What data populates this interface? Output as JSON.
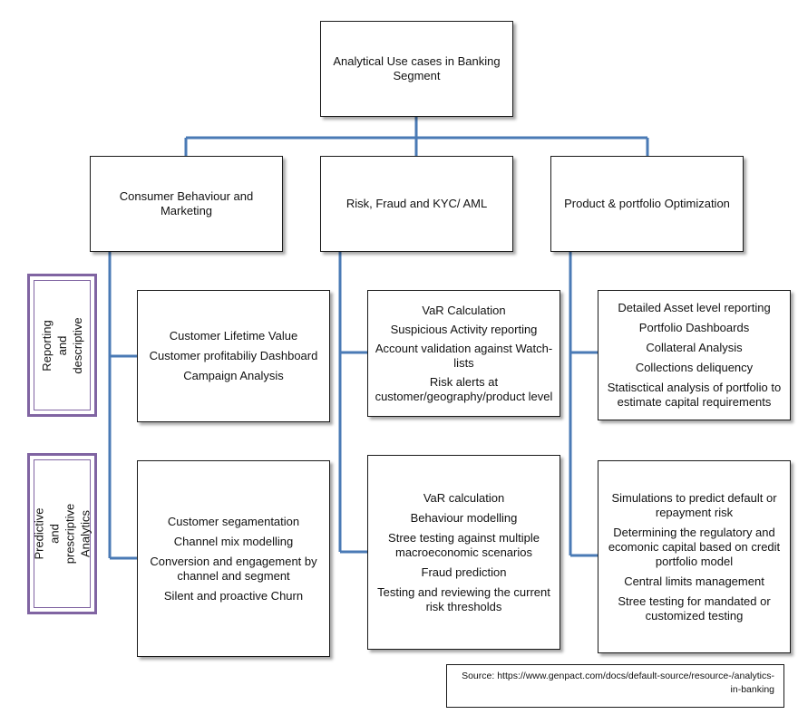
{
  "root": {
    "title": "Analytical Use cases in Banking Segment"
  },
  "categories": [
    {
      "title": "Consumer Behaviour and Marketing"
    },
    {
      "title": "Risk, Fraud and KYC/ AML"
    },
    {
      "title": "Product & portfolio Optimization"
    }
  ],
  "side_labels": {
    "reporting": "Reporting and descriptive",
    "predictive": "Predictive and prescriptive Analytics"
  },
  "reporting_items": [
    [
      "Customer Lifetime Value",
      "Customer profitabiliy Dashboard",
      "Campaign Analysis"
    ],
    [
      "VaR Calculation",
      "Suspicious Activity reporting",
      "Account validation  against Watch-lists",
      "Risk alerts at customer/geography/product level"
    ],
    [
      "Detailed Asset level reporting",
      "Portfolio Dashboards",
      "Collateral Analysis",
      "Collections deliquency",
      "Statisctical analysis of portfolio to estimate capital requirements"
    ]
  ],
  "predictive_items": [
    [
      "Customer segamentation",
      "Channel mix modelling",
      "Conversion and engagement by channel and segment",
      "Silent and proactive Churn"
    ],
    [
      "VaR calculation",
      "Behaviour modelling",
      "Stree testing against multiple macroeconomic scenarios",
      "Fraud prediction",
      "Testing and reviewing the current risk thresholds"
    ],
    [
      "Simulations to predict default or repayment risk",
      "Determining the regulatory and ecomonic capital based on credit portfolio model",
      "Central limits management",
      "Stree testing for mandated or customized testing"
    ]
  ],
  "source": "Source: https://www.genpact.com/docs/default-source/resource-/analytics-in-banking",
  "colors": {
    "connector": "#4a7ab5",
    "side_border": "#8064a2"
  }
}
